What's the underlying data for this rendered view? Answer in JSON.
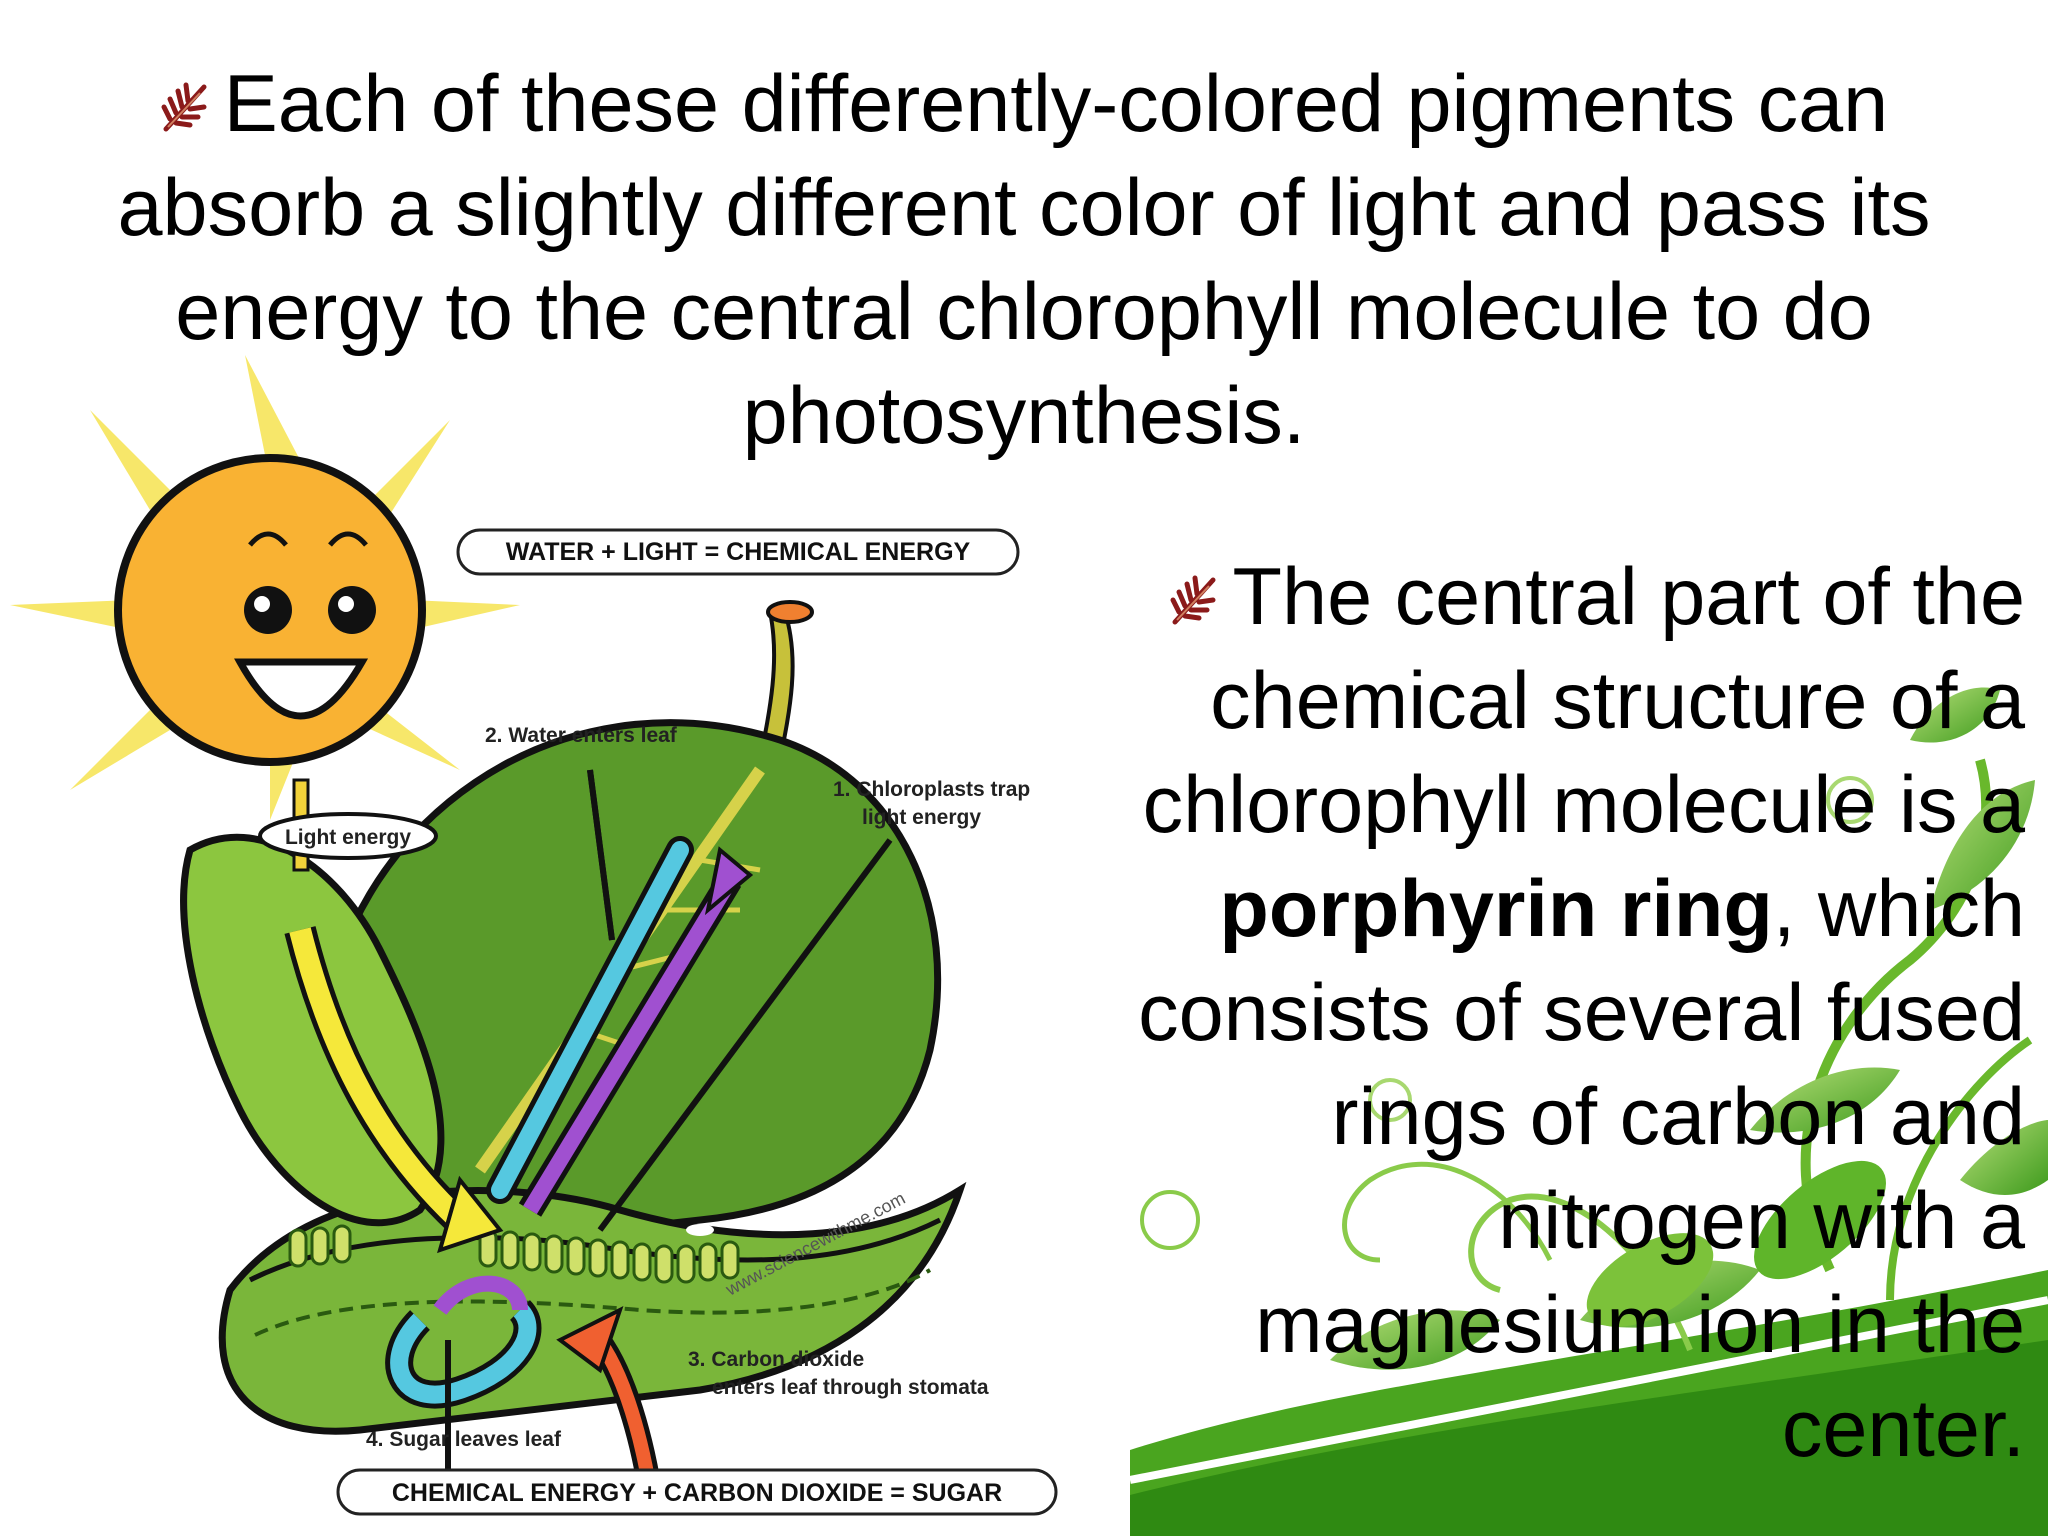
{
  "title": {
    "bullet_icon": "leaf-bullet-icon",
    "text": "Each of these differently-colored pigments can absorb a slightly different color of light and pass its energy to the central chlorophyll molecule to do photosynthesis."
  },
  "body": {
    "bullet_icon": "leaf-bullet-icon",
    "text_before": "The central part of the chemical structure of a chlorophyll molecule is a ",
    "bold": "porphyrin ring",
    "text_after": ", which consists of several fused rings of carbon and nitrogen with a magnesium ion in the center."
  },
  "diagram": {
    "top_equation": "WATER + LIGHT = CHEMICAL ENERGY",
    "bottom_equation": "CHEMICAL ENERGY + CARBON DIOXIDE = SUGAR",
    "light_energy": "Light energy",
    "label_water": "2. Water enters leaf",
    "label_chloro_1": "1. Chloroplasts trap",
    "label_chloro_2": "light energy",
    "label_co2_1": "3. Carbon dioxide",
    "label_co2_2": "enters leaf through stomata",
    "label_sugar": "4. Sugar leaves leaf",
    "watermark": "www.sciencewithme.com"
  },
  "colors": {
    "sun": "#f9b233",
    "leaf_dark": "#5a9a2a",
    "leaf_light": "#8cc63f",
    "water_arrow": "#55c8e0",
    "sugar_arrow": "#a050d0",
    "light_arrow": "#f5e83a",
    "co2_arrow": "#f06030",
    "vine": "#5fb52a"
  }
}
